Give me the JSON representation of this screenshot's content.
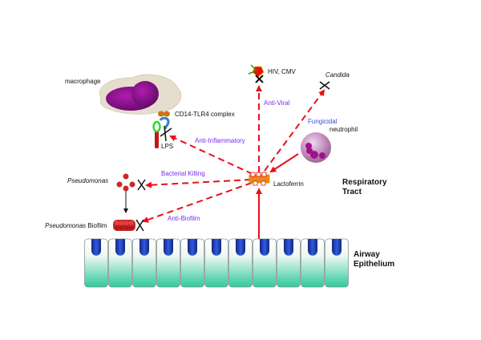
{
  "colors": {
    "arrow": "#e8101a",
    "activity_label": "#7b2cf0",
    "fungicidal_label": "#3a4fd8",
    "nucleus": "#1f3fbf",
    "cell_bottom": "#2fc99a"
  },
  "labels": {
    "macrophage": "macrophage",
    "cd14_tlr4": "CD14-TLR4 complex",
    "lps": "LPS",
    "hiv_cmv": "HIV, CMV",
    "candida": "Candida",
    "neutrophil": "neutrophil",
    "pseudomonas": "Pseudomonas",
    "pseudomonas_biofilm_italic": "Pseudomonas",
    "pseudomonas_biofilm_rest": " Biofilm",
    "lactoferrin": "Lactoferrin",
    "respiratory_tract_line1": "Respiratory",
    "respiratory_tract_line2": "Tract",
    "airway_epithelium_line1": "Airway",
    "airway_epithelium_line2": "Epithelium"
  },
  "activities": {
    "anti_viral": "Anti-Viral",
    "fungicidal": "Fungicidal",
    "anti_inflammatory": "Anti-Inflammatory",
    "bacterial_killing": "Bacterial Killing",
    "anti_biofilm": "Anti-Biofilm"
  },
  "epithelium": {
    "cell_count": 11
  }
}
